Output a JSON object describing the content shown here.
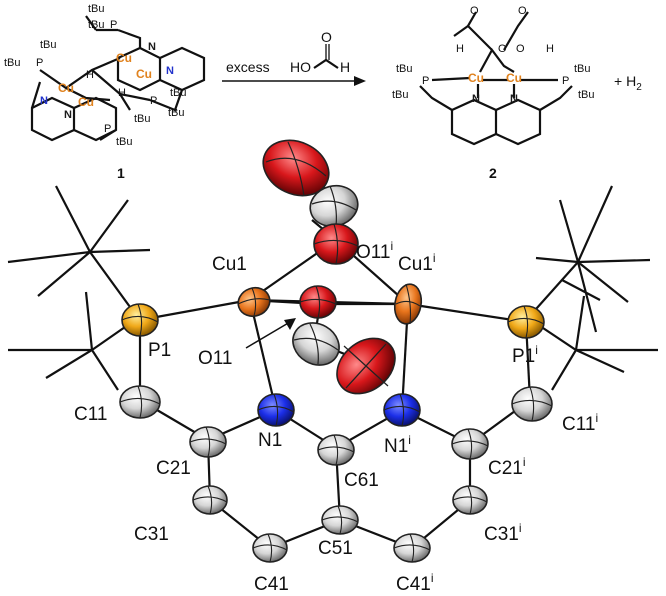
{
  "scheme": {
    "compound1_number": "1",
    "compound2_number": "2",
    "reagent_text": "excess",
    "product_extra": "+ H",
    "product_extra_sub": "2",
    "tbu": "tBu",
    "cu": "Cu",
    "p": "P",
    "n": "N",
    "h": "H",
    "o": "O"
  },
  "structure_labels": {
    "cu1": "Cu1",
    "cu1i": "Cu1",
    "p1": "P1",
    "p1i": "P1",
    "o11": "O11",
    "o11i": "O11",
    "n1": "N1",
    "n1i": "N1",
    "c11": "C11",
    "c11i": "C11",
    "c21": "C21",
    "c21i": "C21",
    "c31": "C31",
    "c31i": "C31",
    "c41": "C41",
    "c41i": "C41",
    "c51": "C51",
    "c61": "C61",
    "sup": "i"
  },
  "colors": {
    "copper": "#e8741c",
    "phosphorus": "#f0a818",
    "nitrogen": "#1b2ee8",
    "oxygen": "#d8171b",
    "carbon": "#d8d8d8"
  }
}
